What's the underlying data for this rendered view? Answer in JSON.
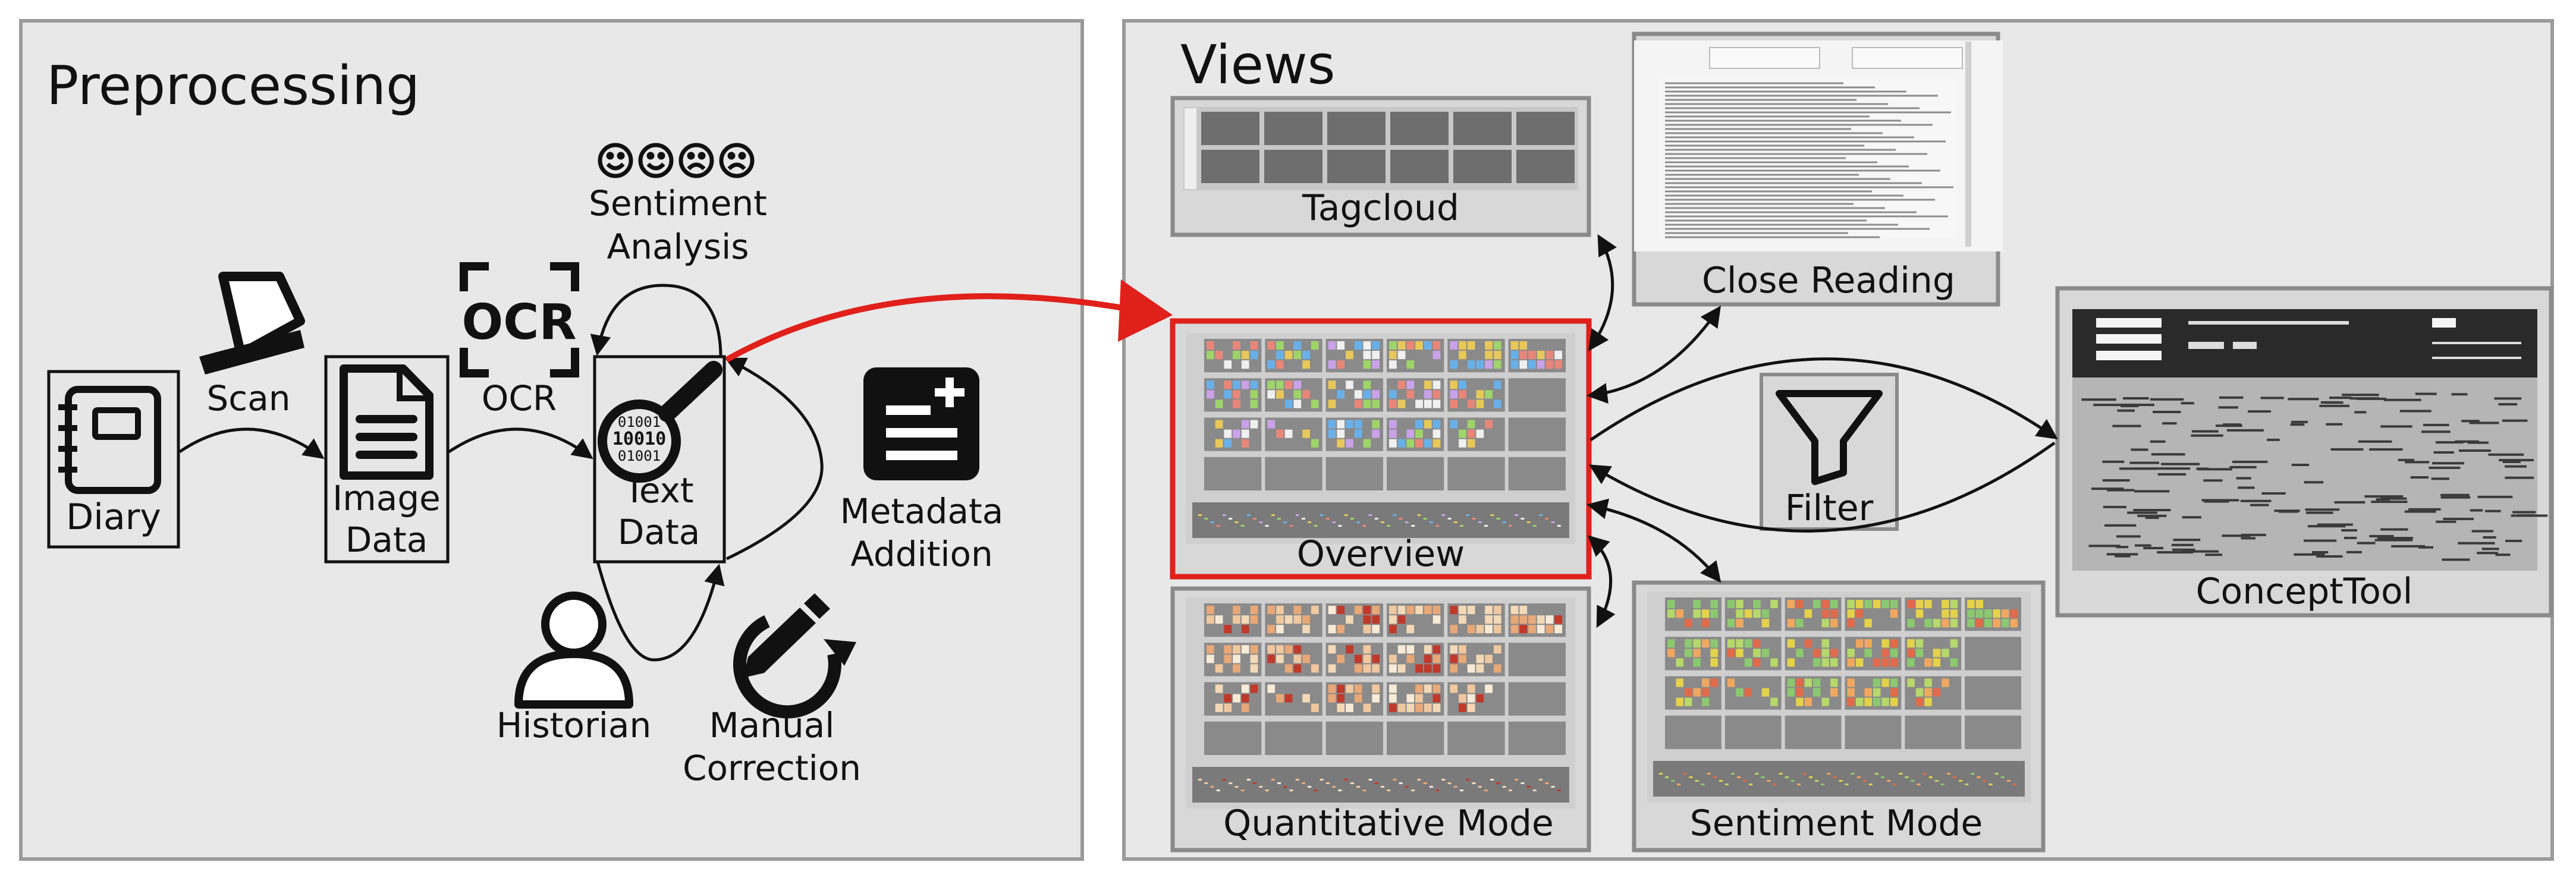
{
  "preprocessing": {
    "title": "Preprocessing",
    "nodes": {
      "diary": "Diary",
      "scan": "Scan",
      "image_data": [
        "Image",
        "Data"
      ],
      "ocr_icon_text": "OCR",
      "ocr": "OCR",
      "text_data": [
        "Text",
        "Data"
      ],
      "ocr_digits": [
        "01001",
        "10010",
        "01001"
      ],
      "sentiment": [
        "Sentiment",
        "Analysis"
      ],
      "metadata": [
        "Metadata",
        "Addition"
      ],
      "historian": "Historian",
      "manual_correction": [
        "Manual",
        "Correction"
      ]
    }
  },
  "views": {
    "title": "Views",
    "panels": {
      "tagcloud": "Tagcloud",
      "close_reading": "Close Reading",
      "overview": "Overview",
      "filter": "Filter",
      "concept_tool": "ConceptTool",
      "quantitative": "Quantitative Mode",
      "sentiment": "Sentiment Mode"
    }
  },
  "colors": {
    "panel_bg": "#e8e8e8",
    "panel_border": "#9a9a9a",
    "highlight": "#e0201b",
    "thumb_dark": "#6e6e6e"
  }
}
